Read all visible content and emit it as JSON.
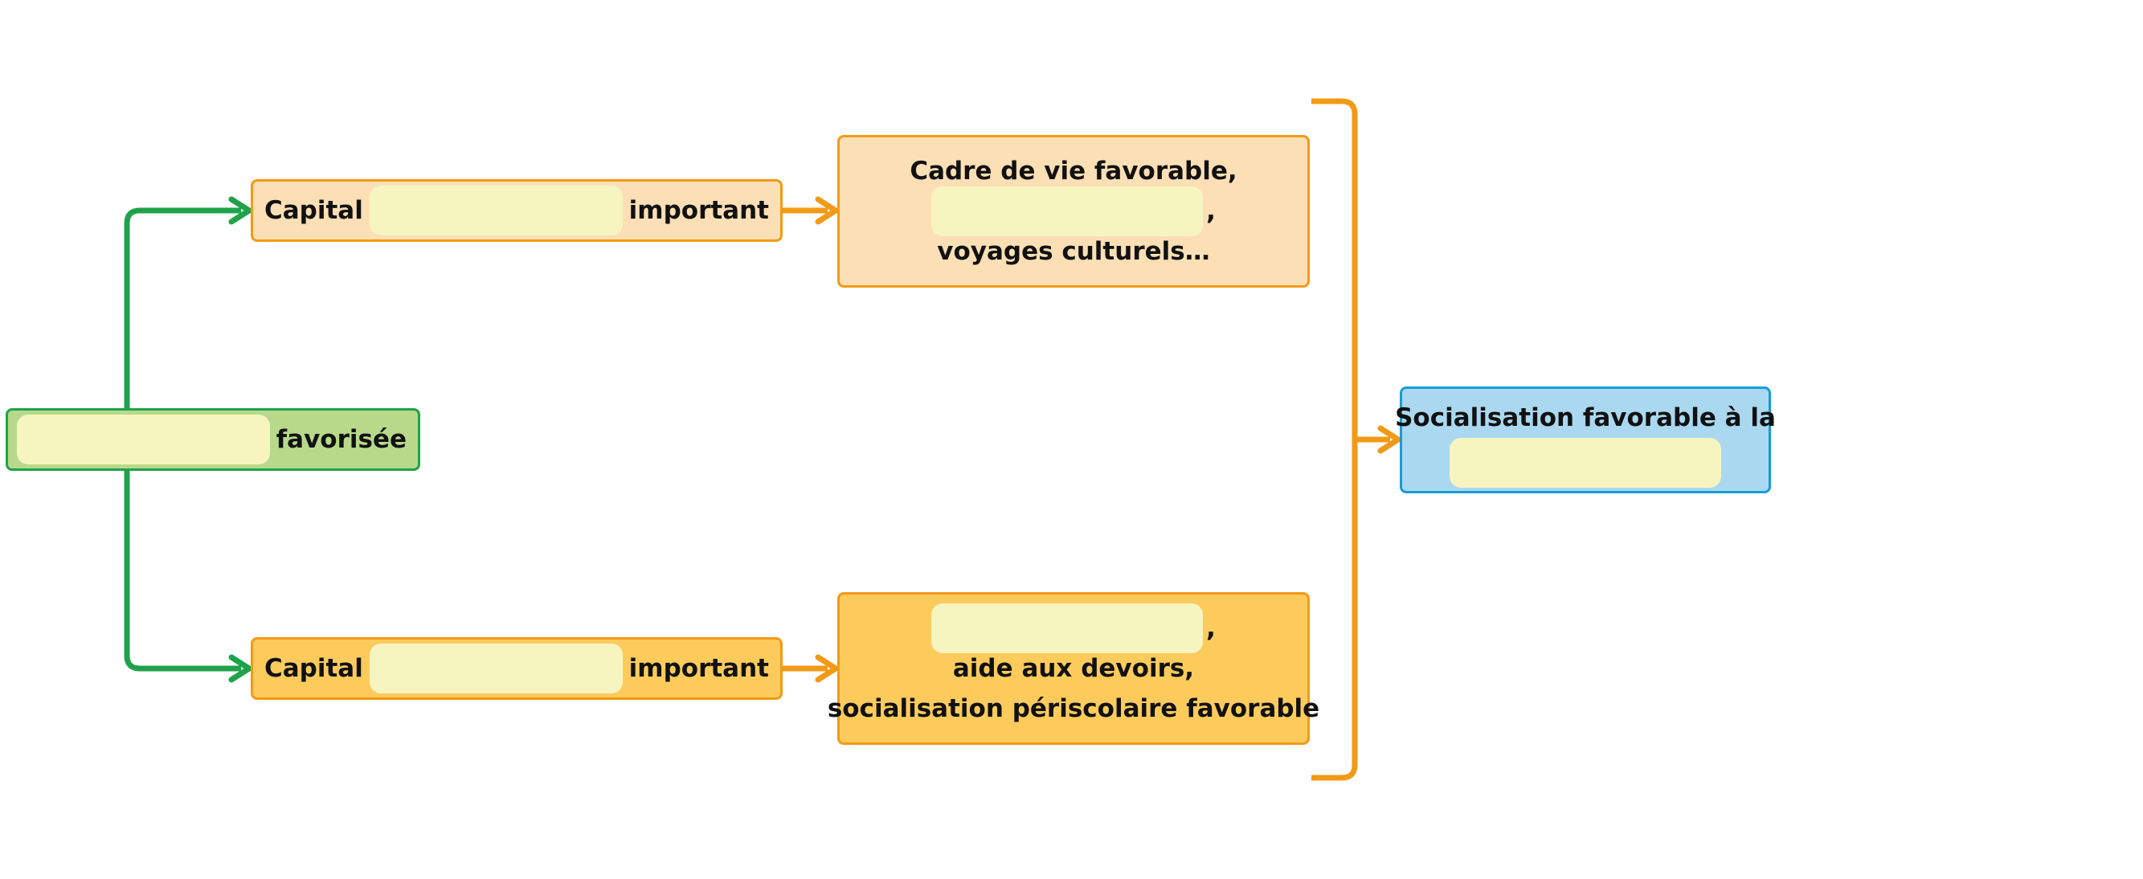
{
  "root": {
    "blank": "",
    "suffix": "favorisée"
  },
  "branch_top": {
    "prefix": "Capital",
    "blank": "",
    "suffix": "important",
    "result": {
      "line1": "Cadre de vie favorable,",
      "line2_blank": "",
      "line2_suffix": ",",
      "line3": "voyages culturels…"
    }
  },
  "branch_bottom": {
    "prefix": "Capital",
    "blank": "",
    "suffix": "important",
    "result": {
      "line1_blank": "",
      "line1_suffix": ",",
      "line2": "aide aux devoirs,",
      "line3": "socialisation périscolaire favorable"
    }
  },
  "outcome": {
    "line1": "Socialisation favorable à la",
    "blank": ""
  },
  "colors": {
    "green": "#1fa34a",
    "green_fill": "#b8d98a",
    "orange": "#f29a17",
    "peach_fill": "#fddfb5",
    "amber_fill": "#fdcb5c",
    "blue": "#1a9cd8",
    "blue_fill": "#aad8f0",
    "blank_fill": "#f7f5bf"
  }
}
